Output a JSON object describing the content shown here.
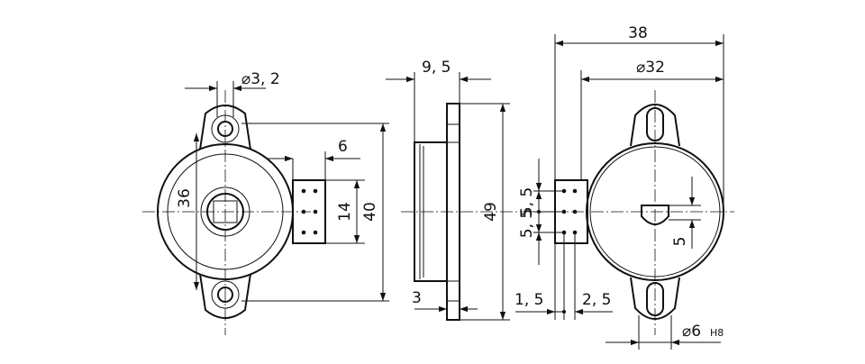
{
  "drawing": {
    "front_view": {
      "dims": {
        "hole": "⌀3, 2",
        "terminal_width": "6",
        "body_height": "36",
        "terminal_span": "14",
        "overall_height": "40"
      }
    },
    "side_view": {
      "dims": {
        "depth": "9, 5",
        "overall_height": "49",
        "flange": "3"
      }
    },
    "rear_view": {
      "dims": {
        "overall_width": "38",
        "body_diameter": "⌀32",
        "pin_pitch_upper": "5, 5",
        "pin_pitch_lower": "5, 5",
        "slot_height": "5",
        "left_offset": "1, 5",
        "pin_offset": "2, 5",
        "hole_diameter": "⌀6",
        "hole_tolerance": "H8"
      }
    }
  }
}
